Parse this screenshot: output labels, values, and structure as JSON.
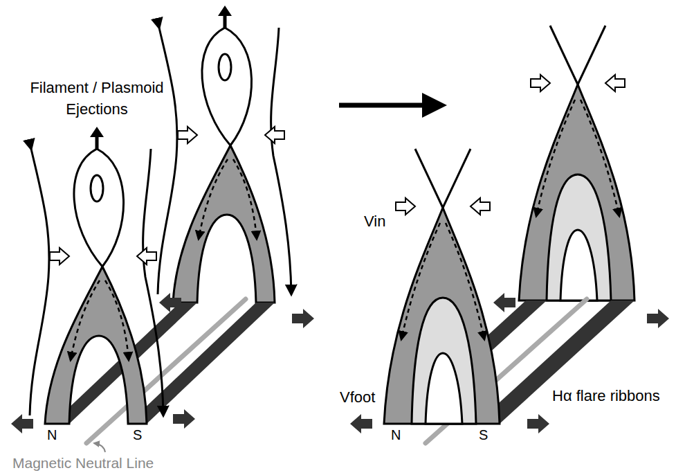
{
  "diagram": {
    "labels": [
      "Filament / Plasmoid Ejections",
      "N",
      "S",
      "Magnetic Neutral Line",
      "Vin",
      "Vfoot",
      "Hα flare ribbons",
      "N",
      "S"
    ]
  }
}
